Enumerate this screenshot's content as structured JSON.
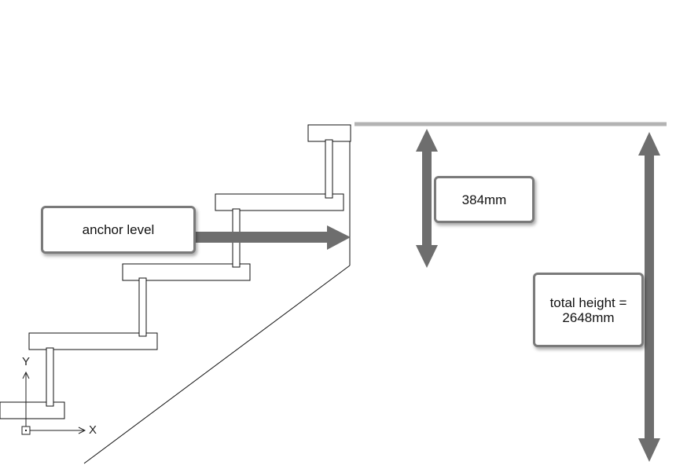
{
  "labels": {
    "anchor_level": "anchor level",
    "gap": "384mm",
    "total_height_line1": "total height =",
    "total_height_line2": "2648mm"
  },
  "ucs": {
    "x_axis": "X",
    "y_axis": "Y"
  },
  "colors": {
    "arrow": "#6e6e6e",
    "ceiling_line": "#b3b3b3",
    "outline": "#111111",
    "callout_border": "#7a7a7a"
  }
}
